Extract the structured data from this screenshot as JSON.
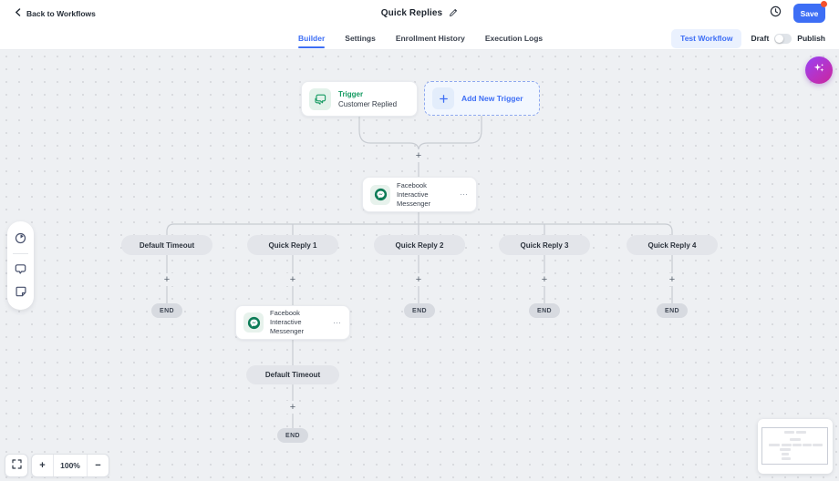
{
  "header": {
    "back_label": "Back to Workflows",
    "title": "Quick Replies",
    "save_label": "Save"
  },
  "tabs": {
    "items": [
      {
        "label": "Builder"
      },
      {
        "label": "Settings"
      },
      {
        "label": "Enrollment History"
      },
      {
        "label": "Execution Logs"
      }
    ],
    "active_tab": "Builder",
    "test_workflow_label": "Test Workflow",
    "draft_label": "Draft",
    "publish_label": "Publish",
    "toggle_state": "Draft"
  },
  "canvas": {
    "trigger_node": {
      "type_label": "Trigger",
      "title": "Customer Replied"
    },
    "add_trigger_label": "Add New Trigger",
    "message_node_title": "Facebook Interactive Messenger",
    "node_menu_glyph": "⋯",
    "plus_glyph": "+",
    "branches": [
      "Default Timeout",
      "Quick Reply 1",
      "Quick Reply 2",
      "Quick Reply 3",
      "Quick Reply 4"
    ],
    "sub_branch_label": "Default Timeout",
    "end_label": "END"
  },
  "controls": {
    "zoom_level": "100%",
    "zoom_in": "+",
    "zoom_out": "−"
  },
  "colors": {
    "accent_blue": "#3D6EF5",
    "trigger_green": "#149A61",
    "messenger_green": "#0D7C57",
    "save_badge_red": "#F4502C",
    "canvas_bg": "#EEF0F3",
    "pill_gray": "#E3E5EA"
  }
}
